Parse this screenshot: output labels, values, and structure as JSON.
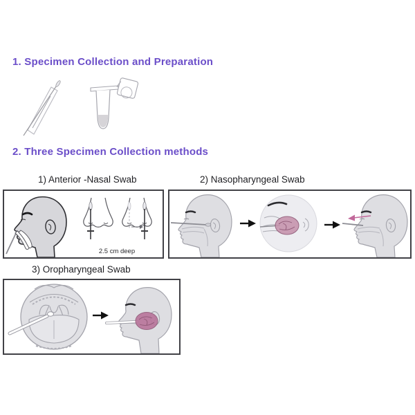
{
  "page": {
    "title": "Specimen collection instruction sheet",
    "background": "#ffffff"
  },
  "colors": {
    "heading_purple": "#6b4ec9",
    "label_text": "#1f1f23",
    "box_border": "#414146",
    "figure_fill_gray": "#dadade",
    "figure_stroke_dark": "#2f2f33",
    "figure_stroke_light": "#a3a3ab",
    "swab_stick_gray": "#8b8b92",
    "highlight_pink_fill": "#c795ae",
    "highlight_pink_deep": "#b9749b",
    "highlight_pink_stroke": "#8f5876",
    "withdraw_arrow_pink": "#c2689a",
    "arrow_black": "#111111"
  },
  "sections": {
    "step1": {
      "heading": "1. Specimen Collection and Preparation"
    },
    "step2": {
      "heading": "2. Three Specimen Collection methods"
    }
  },
  "methods": [
    {
      "label": "1) Anterior -Nasal Swab",
      "depth_annotation": "2.5 cm deep"
    },
    {
      "label": "2) Nasopharyngeal Swab"
    },
    {
      "label": "3) Oropharyngeal Swab"
    }
  ],
  "illustrations": {
    "step1": [
      "swab-in-wrapper-icon",
      "specimen-tube-open-cap-icon"
    ],
    "anterior_nasal": [
      "head-profile-swab-in-nostril",
      "nose-front-swab-depth-mark",
      "nose-front-swab-other-nostril"
    ],
    "nasopharyngeal": [
      "head-profile-swab-inserted",
      "nasopharynx-closeup-swab-rotation",
      "head-profile-swab-withdrawn"
    ],
    "oropharyngeal": [
      "open-mouth-swab-at-throat",
      "head-profile-swab-in-mouth"
    ]
  }
}
